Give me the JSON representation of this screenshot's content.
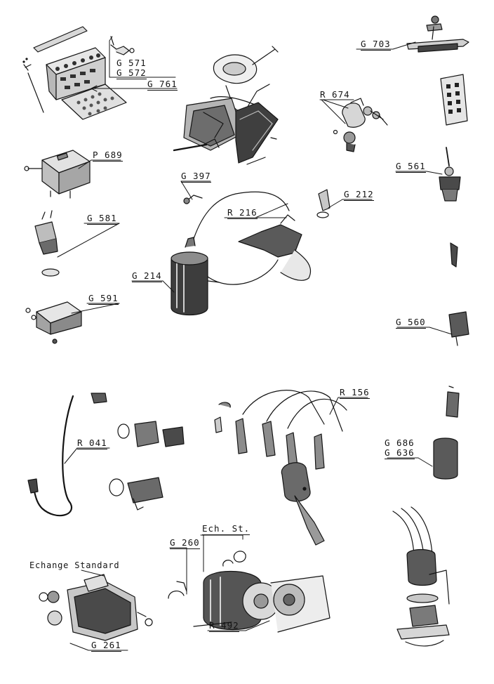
{
  "labels": {
    "g571": "G 571",
    "g572": "G 572",
    "g761": "G 761",
    "g703": "G 703",
    "r674": "R 674",
    "p689": "P 689",
    "g397": "G 397",
    "g212": "G 212",
    "g561": "G 561",
    "g581": "G 581",
    "r216": "R 216",
    "g214": "G 214",
    "g591": "G 591",
    "g560": "G 560",
    "r156": "R 156",
    "r041": "R 041",
    "g686": "G 686",
    "g636": "G 636",
    "ech_st": "Ech. St.",
    "g260": "G 260",
    "echange_standard": "Echange Standard",
    "r492": "R 492",
    "g261": "G 261"
  },
  "colors": {
    "ink": "#141414",
    "paper": "#ffffff",
    "shade": "#3a3a3a"
  }
}
